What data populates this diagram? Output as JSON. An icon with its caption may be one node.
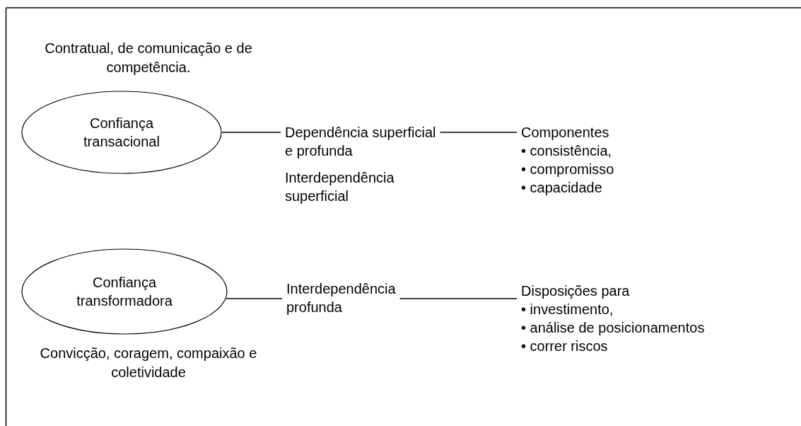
{
  "diagram": {
    "nodes": [
      {
        "text": [
          "Confiança transacional"
        ],
        "beside": [
          "Contratual, de comunicação e de competência."
        ]
      },
      {
        "text": [
          "Confiança transformadora"
        ],
        "beside": [
          "Convicção, coragem, compaixão e coletividade"
        ]
      },
      {
        "text": [
          "Dependência superficial e profunda"
        ]
      },
      {
        "text": [
          "Componentes",
          "• consistência,",
          "• compromisso",
          "• capacidade"
        ]
      },
      {
        "text": [
          "Interdependência profunda"
        ]
      },
      {
        "text": [
          "Disposições para",
          "• investimento,",
          "• análise de posicionamentos",
          "• correr riscos"
        ]
      }
    ],
    "edges": [
      {
        "from": 0,
        "to": 2,
        "arrow": "none"
      },
      {
        "from": 2,
        "to": 3,
        "arrow": "none"
      },
      {
        "from": 1,
        "to": 4,
        "arrow": "none"
      },
      {
        "from": 4,
        "to": 5,
        "arrow": "none"
      }
    ],
    "labels": [
      "Interdependência superficial"
    ]
  }
}
